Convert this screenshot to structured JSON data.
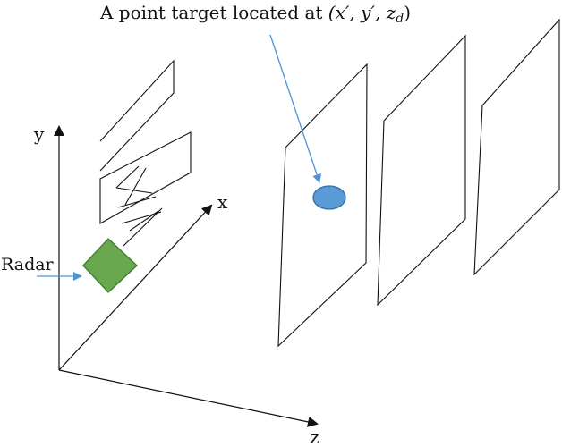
{
  "labels": {
    "y_axis": "y",
    "x_axis": "x",
    "z_axis": "z",
    "radar": "Radar",
    "target_prefix": "A point target located at ",
    "target_coords": "(x′, y′, z",
    "target_subscript": "d",
    "target_close": ")"
  },
  "colors": {
    "radar_fill": "#6aa84f",
    "radar_stroke": "#3d7a2b",
    "target_fill": "#5b9bd5",
    "target_stroke": "#2e6da4",
    "arrow_blue": "#4d93d6",
    "line_black": "#111111"
  },
  "icons": {
    "radar": "green-diamond",
    "target": "blue-ellipse"
  }
}
